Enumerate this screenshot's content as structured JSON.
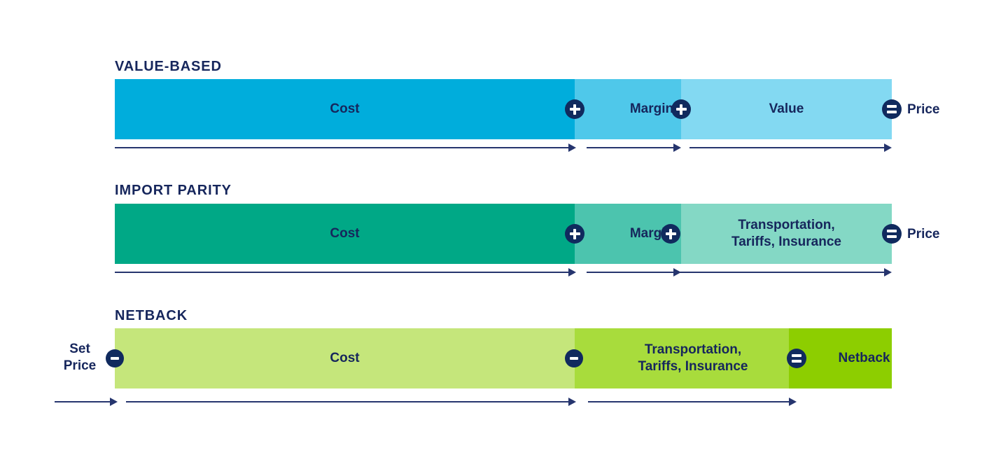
{
  "page": {
    "background": "#ffffff",
    "text_color": "#16265c"
  },
  "sections": [
    {
      "id": "value-based",
      "title": "VALUE-BASED",
      "segments": [
        {
          "label": "Cost",
          "color": "#00ADDC"
        },
        {
          "label": "Margin",
          "color": "#4FC8EA"
        },
        {
          "label": "Value",
          "color": "#83D9F2"
        }
      ],
      "operators": [
        "plus",
        "plus",
        "equals"
      ],
      "result_label": "Price"
    },
    {
      "id": "import-parity",
      "title": "IMPORT PARITY",
      "segments": [
        {
          "label": "Cost",
          "color": "#00A886"
        },
        {
          "label": "Margin",
          "color": "#4CC4AE"
        },
        {
          "label": "Transportation,\nTariffs, Insurance",
          "color": "#84D8C5"
        }
      ],
      "operators": [
        "plus",
        "plus",
        "equals"
      ],
      "result_label": "Price"
    },
    {
      "id": "netback",
      "title": "NETBACK",
      "lead_label": "Set\nPrice",
      "segments": [
        {
          "label": "Cost",
          "color": "#C5E67B"
        },
        {
          "label": "Transportation,\nTariffs, Insurance",
          "color": "#A8DC3C"
        },
        {
          "label": "Netback",
          "color": "#8DCE00"
        }
      ],
      "operators": [
        "minus",
        "minus",
        "equals"
      ]
    }
  ],
  "icons": {
    "plus": "plus-circle-icon",
    "minus": "minus-circle-icon",
    "equals": "equals-circle-icon",
    "arrow": "arrow-right-icon"
  },
  "colors": {
    "navy": "#16265c",
    "badge": "#102a5e",
    "arrow": "#26356e"
  }
}
